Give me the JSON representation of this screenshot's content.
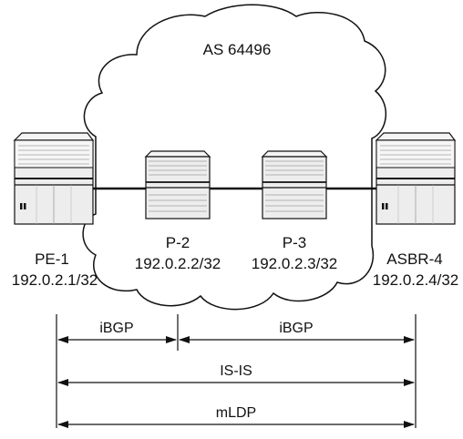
{
  "diagram": {
    "cloud_label": "AS 64496",
    "nodes": [
      {
        "id": "pe1",
        "name": "PE-1",
        "address": "192.0.2.1/32"
      },
      {
        "id": "p2",
        "name": "P-2",
        "address": "192.0.2.2/32"
      },
      {
        "id": "p3",
        "name": "P-3",
        "address": "192.0.2.3/32"
      },
      {
        "id": "asbr4",
        "name": "ASBR-4",
        "address": "192.0.2.4/32"
      }
    ],
    "sessions": [
      {
        "label": "iBGP"
      },
      {
        "label": "iBGP"
      },
      {
        "label": "IS-IS"
      },
      {
        "label": "mLDP"
      }
    ]
  }
}
